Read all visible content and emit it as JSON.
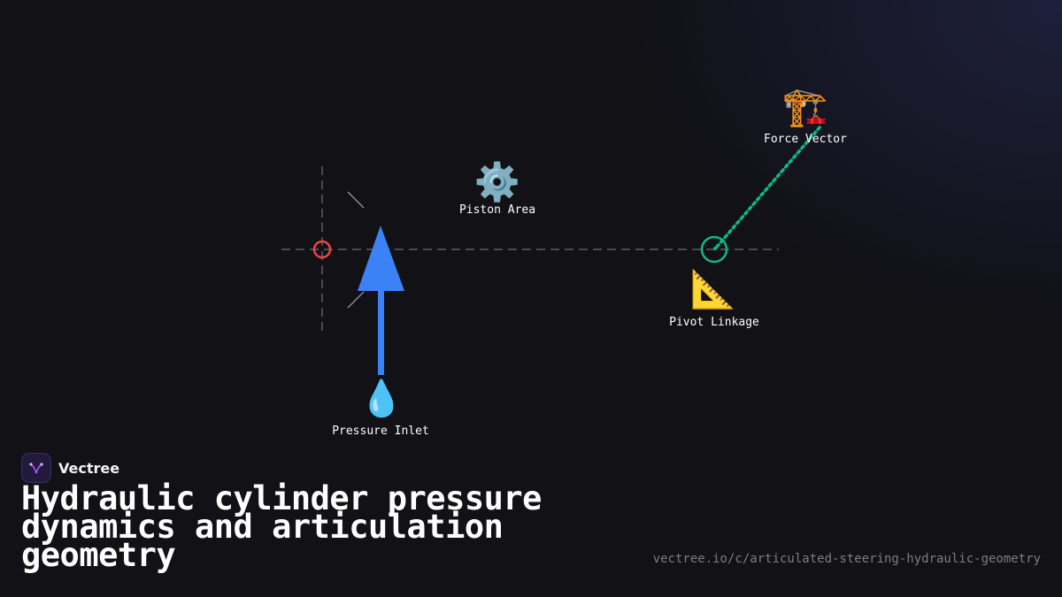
{
  "brand": {
    "name": "Vectree",
    "accent": "#a855f7"
  },
  "title": "Hydraulic cylinder pressure dynamics and articulation geometry",
  "url": "vectree.io/c/articulated-steering-hydraulic-geometry",
  "diagram": {
    "nodes": [
      {
        "id": "pressure-inlet",
        "label": "Pressure Inlet",
        "icon": "droplet-icon",
        "glyph": "💧"
      },
      {
        "id": "piston-area",
        "label": "Piston Area",
        "icon": "gear-icon",
        "glyph": "⚙️"
      },
      {
        "id": "pivot-linkage",
        "label": "Pivot Linkage",
        "icon": "triangular-ruler-icon",
        "glyph": "📐"
      },
      {
        "id": "force-vector",
        "label": "Force Vector",
        "icon": "crane-icon",
        "glyph": "🏗️"
      }
    ],
    "colors": {
      "arrow": "#3b82f6",
      "axis": "#4a4a55",
      "left_marker": "#ef4444",
      "pivot_marker": "#10b981",
      "connector": "#10b981"
    }
  }
}
